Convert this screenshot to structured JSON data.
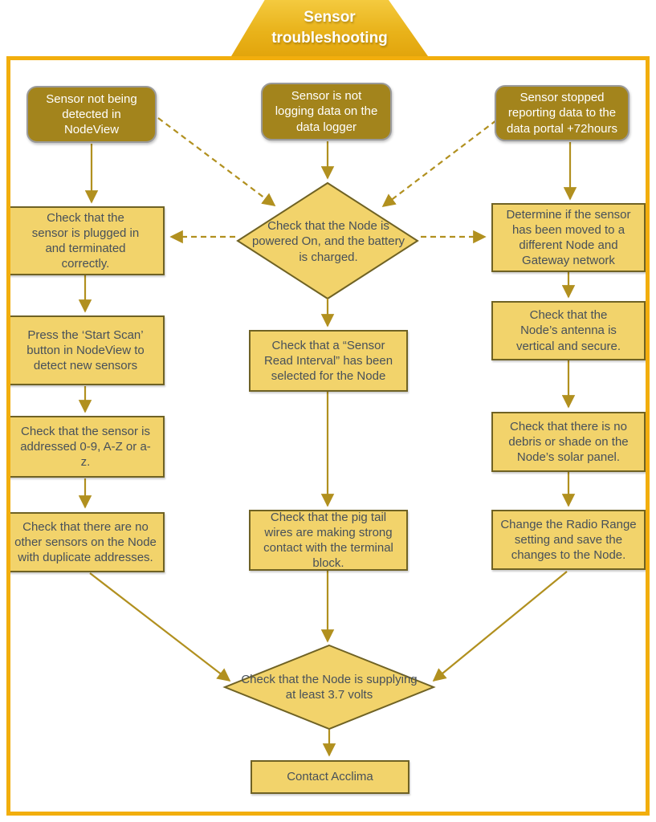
{
  "title": "Sensor troubleshooting",
  "colors": {
    "header_gold": "#e9b31b",
    "frame_border": "#f2ae0d",
    "dark_node_fill": "#a3841c",
    "light_node_fill": "#f2d36b",
    "node_border": "#6f6224",
    "arrow": "#b1901f",
    "text_dark": "#47505a",
    "text_light": "#ffffff"
  },
  "nodes": {
    "start_left": {
      "label": "Sensor not being detected in NodeView"
    },
    "start_middle": {
      "label": "Sensor is not logging data on the data logger"
    },
    "start_right": {
      "label": "Sensor stopped reporting data to the data portal +72hours"
    },
    "decision_power": {
      "label": "Check that the Node is powered On, and the battery is charged."
    },
    "left_1": {
      "label": "Check that the sensor is plugged in and terminated correctly."
    },
    "left_2": {
      "label": "Press the ‘Start Scan’ button in NodeView to detect new sensors"
    },
    "left_3": {
      "label": "Check that the sensor is addressed 0-9, A-Z or a-z."
    },
    "left_4": {
      "label": "Check that there are no other sensors on the Node with duplicate addresses."
    },
    "middle_1": {
      "label": "Check that a “Sensor Read Interval” has been selected for the Node"
    },
    "middle_2": {
      "label": "Check that the pig tail wires are making strong contact with the terminal block."
    },
    "right_1": {
      "label": "Determine if the sensor has been moved to a different Node and Gateway network"
    },
    "right_2": {
      "label": "Check that the Node’s antenna is vertical and secure."
    },
    "right_3": {
      "label": "Check that there is no debris or shade on the Node’s solar panel."
    },
    "right_4": {
      "label": "Change the Radio Range setting and save the changes to the Node."
    },
    "decision_volts": {
      "label": "Check that the Node is supplying at least 3.7 volts"
    },
    "contact": {
      "label": "Contact Acclima"
    }
  },
  "edges": [
    {
      "from": "start_left",
      "to": "left_1",
      "style": "solid"
    },
    {
      "from": "start_middle",
      "to": "decision_power",
      "style": "solid"
    },
    {
      "from": "start_right",
      "to": "right_1",
      "style": "solid"
    },
    {
      "from": "start_left",
      "to": "decision_power",
      "style": "dashed"
    },
    {
      "from": "start_right",
      "to": "decision_power",
      "style": "dashed"
    },
    {
      "from": "decision_power",
      "to": "left_1",
      "style": "dashed"
    },
    {
      "from": "decision_power",
      "to": "right_1",
      "style": "dashed"
    },
    {
      "from": "left_1",
      "to": "left_2",
      "style": "solid"
    },
    {
      "from": "left_2",
      "to": "left_3",
      "style": "solid"
    },
    {
      "from": "left_3",
      "to": "left_4",
      "style": "solid"
    },
    {
      "from": "decision_power",
      "to": "middle_1",
      "style": "solid"
    },
    {
      "from": "middle_1",
      "to": "middle_2",
      "style": "solid"
    },
    {
      "from": "right_1",
      "to": "right_2",
      "style": "solid"
    },
    {
      "from": "right_2",
      "to": "right_3",
      "style": "solid"
    },
    {
      "from": "right_3",
      "to": "right_4",
      "style": "solid"
    },
    {
      "from": "left_4",
      "to": "decision_volts",
      "style": "solid"
    },
    {
      "from": "middle_2",
      "to": "decision_volts",
      "style": "solid"
    },
    {
      "from": "right_4",
      "to": "decision_volts",
      "style": "solid"
    },
    {
      "from": "decision_volts",
      "to": "contact",
      "style": "solid"
    }
  ]
}
